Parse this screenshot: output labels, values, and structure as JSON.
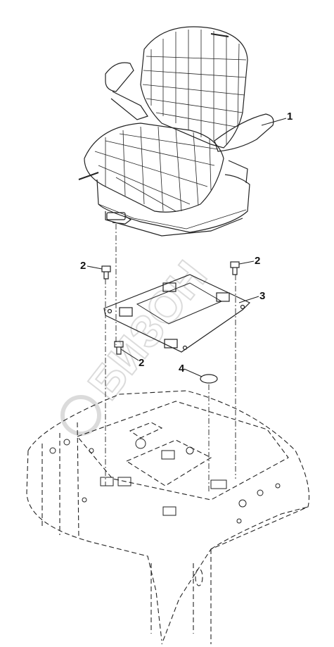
{
  "watermark": {
    "text": "БИЗОН"
  },
  "callouts": [
    {
      "id": "seat",
      "label": "1"
    },
    {
      "id": "bolt-left",
      "label": "2"
    },
    {
      "id": "bolt-right",
      "label": "2"
    },
    {
      "id": "bolt-front",
      "label": "2"
    },
    {
      "id": "mount-plate",
      "label": "3"
    },
    {
      "id": "plug",
      "label": "4"
    }
  ],
  "colors": {
    "line": "#222222",
    "watermark": "#d8d8d8"
  }
}
